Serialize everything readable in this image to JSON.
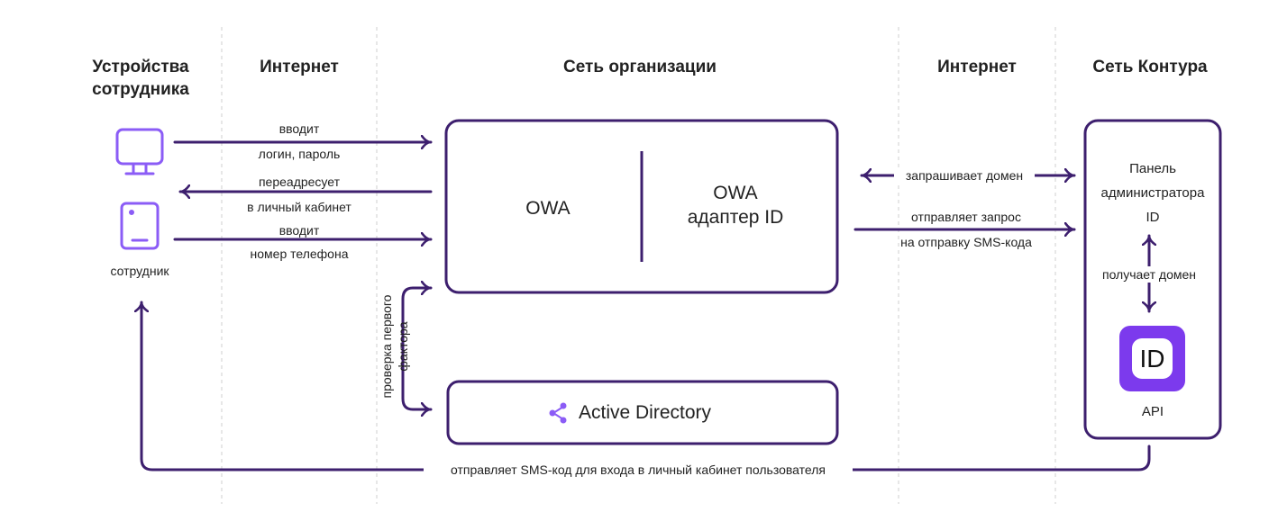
{
  "columns": {
    "employee_devices": "Устройства\nсотрудника",
    "internet_left": "Интернет",
    "org_network": "Сеть организации",
    "internet_right": "Интернет",
    "kontur_network": "Сеть Контура"
  },
  "devices": {
    "employee_label": "сотрудник"
  },
  "arrows": {
    "enter_login_top": "вводит",
    "enter_login_bottom": "логин, пароль",
    "redirect_top": "переадресует",
    "redirect_bottom": "в личный кабинет",
    "enter_phone_top": "вводит",
    "enter_phone_bottom": "номер телефона",
    "first_factor": "проверка первого\nфактора",
    "requests_domain": "запрашивает домен",
    "sends_request_top": "отправляет запрос",
    "sends_request_bottom": "на отправку SMS-кода",
    "gets_domain": "получает домен",
    "sends_sms": "отправляет SMS-код для входа в личный кабинет пользователя"
  },
  "org": {
    "owa": "OWA",
    "owa_adapter_line1": "OWA",
    "owa_adapter_line2": "адаптер ID",
    "active_directory": "Active Directory"
  },
  "kontur": {
    "admin_panel": "Панель\nадминистратора\nID",
    "id_logo": "ID",
    "api": "API"
  },
  "colors": {
    "line": "#3d1f6e",
    "accent": "#8b5cf6",
    "logo_bg": "#7c3aed",
    "divider": "#cfcfcf"
  }
}
